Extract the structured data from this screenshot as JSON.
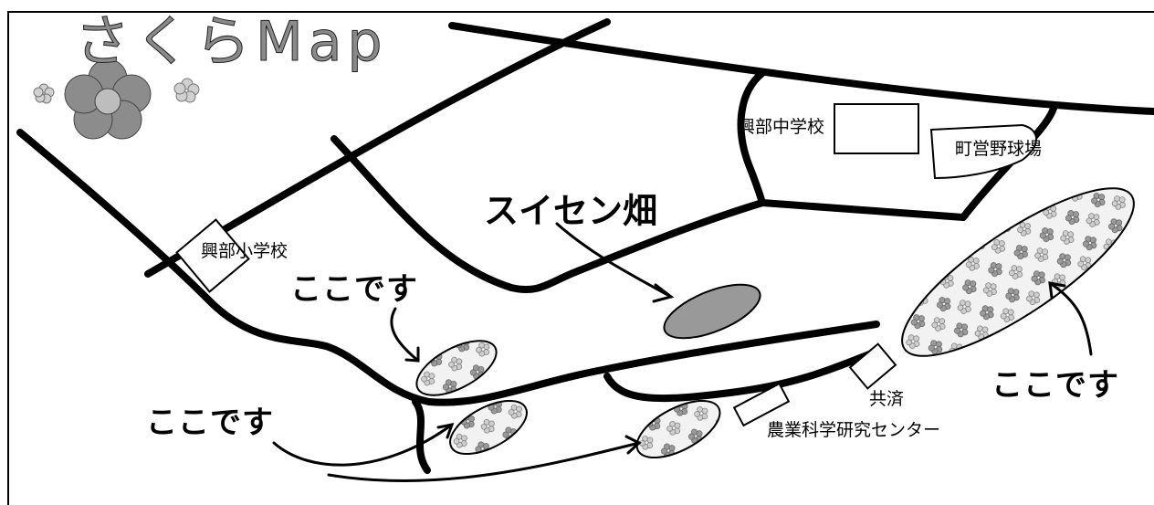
{
  "map": {
    "title": "さくらMap",
    "labels": {
      "okoppe_junior_high": "興部中学校",
      "town_ballpark": "町営野球場",
      "okoppe_elementary": "興部小学校",
      "suisen_field": "スイセン畑",
      "kyosai": "共済",
      "agri_research_center": "農業科学研究センター",
      "here_1": "ここです",
      "here_2": "ここです",
      "here_3": "ここです"
    }
  }
}
